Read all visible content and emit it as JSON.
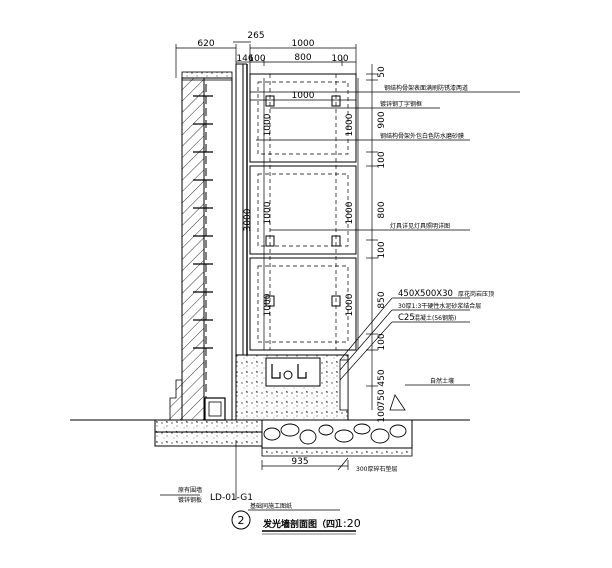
{
  "drawing": {
    "title_number": "2",
    "title_text": "发光墙剖面图（四）",
    "scale": "1:20",
    "top_dims": {
      "wall_width": "620",
      "post_width": "265",
      "small_left": "146",
      "frame_width": "1000",
      "sub_left": "100",
      "sub_mid": "800",
      "sub_right": "100",
      "inner_width": "1000"
    },
    "vertical_dims": {
      "overall": "3000",
      "panel_1000_a": "1000",
      "panel_1000_b": "1000",
      "panel_1000_c": "1000",
      "frame_1000_a": "1000",
      "frame_1000_b": "1000",
      "frame_1000_c": "1000",
      "seg_50": "50",
      "seg_900": "900",
      "seg_100_a": "100",
      "seg_800": "800",
      "seg_100_b": "100",
      "seg_850": "850",
      "seg_100_c": "100",
      "base_450": "450",
      "base_750": "750",
      "base_100": "100"
    },
    "bottom_dims": {
      "footing_width": "935",
      "gravel": "300厚碎石垫层"
    },
    "callouts": {
      "c1": "钢结构骨架表面满刷防锈漆两道",
      "c2": "镀锌钢丁字钢框",
      "c3": "钢结构骨架外包白色防水磨砂膜",
      "c4": "灯具详见灯具照明详图",
      "c5": "自然土壤",
      "c6": "原有围墙",
      "c7": "基础同施工图纸",
      "c8": "镀锌钢板",
      "c9": "LD-01-G1"
    },
    "specs": {
      "s1": "450X500X30",
      "s1_note": "厚花岗岩压顶",
      "s2": "30厚1:3干硬性水泥砂浆结合层",
      "s3": "C25",
      "s3_note": "混凝土(56钢筋)"
    }
  }
}
